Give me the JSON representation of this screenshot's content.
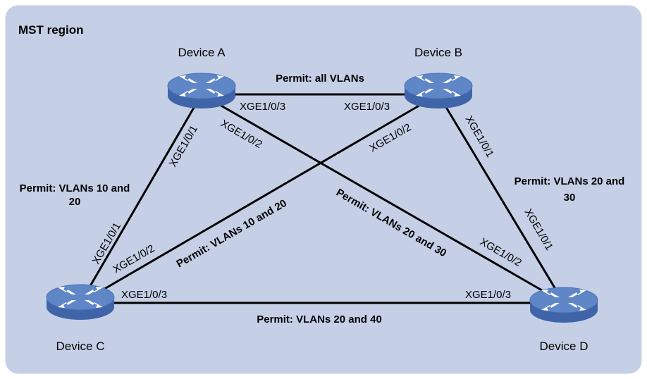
{
  "region": {
    "title": "MST region",
    "background": "#c5d0e6"
  },
  "colors": {
    "router_top": "#5f86c6",
    "router_side": "#3f64a8",
    "router_arrow": "#ffffff",
    "link": "#000000"
  },
  "devices": {
    "a": {
      "name": "Device A",
      "icon": "router-icon"
    },
    "b": {
      "name": "Device B",
      "icon": "router-icon"
    },
    "c": {
      "name": "Device C",
      "icon": "router-icon"
    },
    "d": {
      "name": "Device D",
      "icon": "router-icon"
    }
  },
  "links": {
    "ab": {
      "permit": "Permit: all VLANs",
      "port_a": "XGE1/0/3",
      "port_b": "XGE1/0/3"
    },
    "ac": {
      "permit_line1": "Permit: VLANs 10 and",
      "permit_line2": "20",
      "port_a": "XGE1/0/1",
      "port_c": "XGE1/0/1"
    },
    "ad": {
      "permit": "Permit: VLANs 20 and 30",
      "port_a": "XGE1/0/2",
      "port_d": "XGE1/0/2"
    },
    "bc": {
      "permit": "Permit: VLANs 10 and 20",
      "port_b": "XGE1/0/2",
      "port_c": "XGE1/0/2"
    },
    "bd": {
      "permit_line1": "Permit: VLANs 20 and",
      "permit_line2": "30",
      "port_b": "XGE1/0/1",
      "port_d": "XGE1/0/1"
    },
    "cd": {
      "permit": "Permit: VLANs 20 and 40",
      "port_c": "XGE1/0/3",
      "port_d": "XGE1/0/3"
    }
  }
}
